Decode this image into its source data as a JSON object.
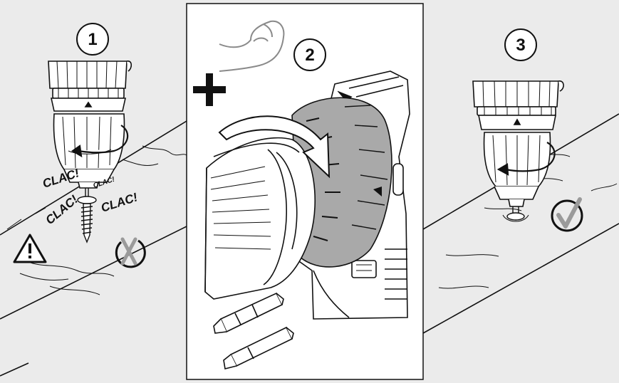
{
  "steps": [
    {
      "number": "1",
      "sound_big": "CLAC!",
      "sound_small": "CLAC!"
    },
    {
      "number": "2"
    },
    {
      "number": "3"
    }
  ],
  "icons": {
    "warning": "warning-triangle-icon",
    "wrong": "cross-in-circle-icon",
    "correct": "check-in-circle-icon",
    "strength": "flexed-arm-icon",
    "plus": "plus-icon"
  },
  "colors": {
    "background": "#ebebeb",
    "panel": "#ffffff",
    "line": "#111111",
    "ring_highlight": "#a9a9a9",
    "mark_grey": "#9a9a9a"
  }
}
